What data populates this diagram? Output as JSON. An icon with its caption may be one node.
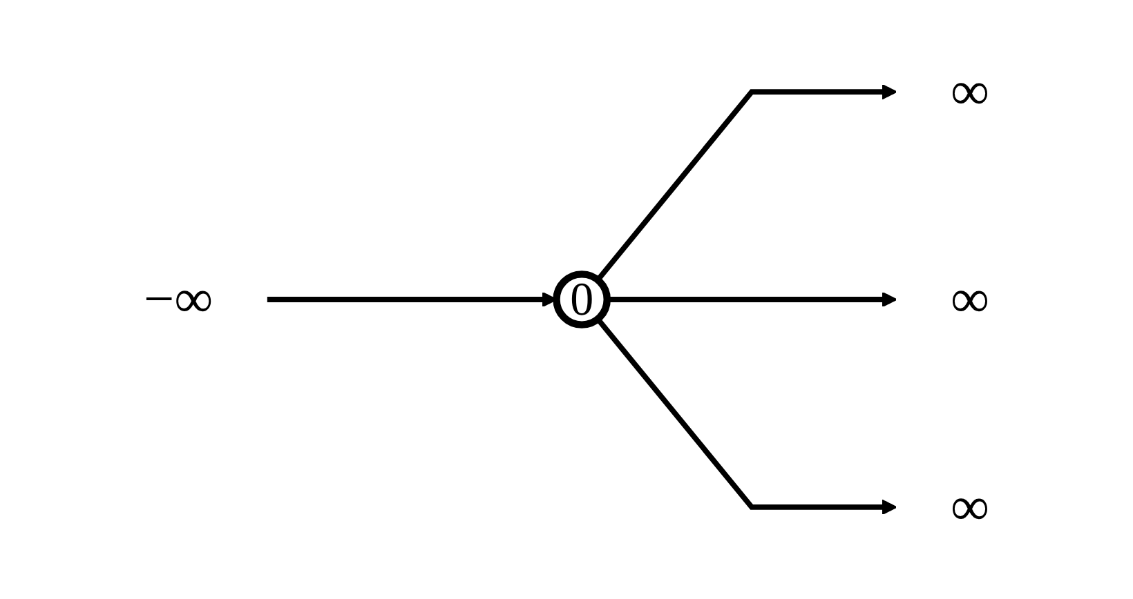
{
  "diagram": {
    "nodes": [
      {
        "text": [
          "−∞"
        ]
      },
      {
        "text": [
          "0"
        ]
      },
      {
        "text": [
          "∞"
        ]
      },
      {
        "text": [
          "∞"
        ]
      },
      {
        "text": [
          "∞"
        ]
      }
    ],
    "edges": [
      {
        "from": 0,
        "to": 1,
        "arrow": "to"
      },
      {
        "from": 1,
        "to": 2,
        "arrow": "to"
      },
      {
        "from": 1,
        "to": 3,
        "arrow": "to"
      },
      {
        "from": 1,
        "to": 4,
        "arrow": "to"
      }
    ]
  }
}
